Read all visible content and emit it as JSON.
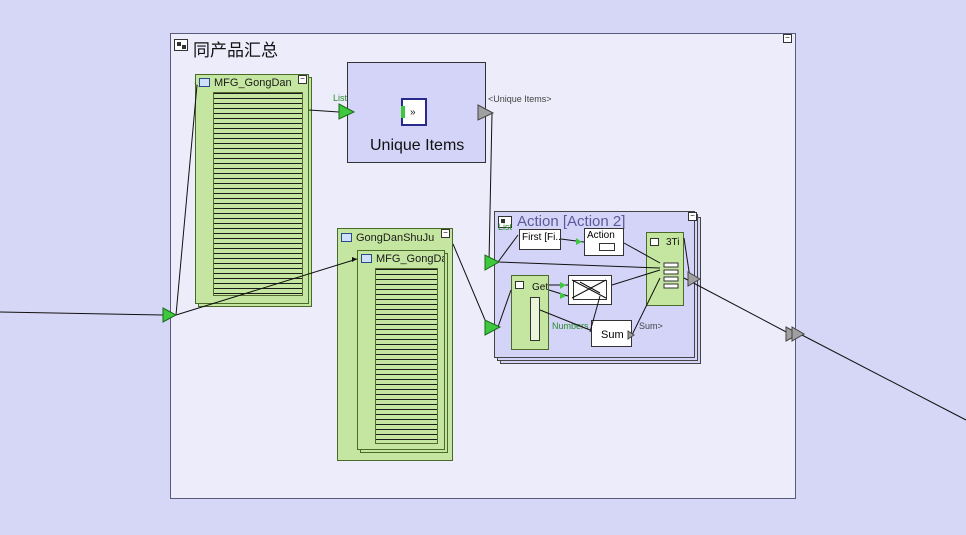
{
  "canvas": {
    "group_title": "同产品汇总",
    "min_symbol": "−"
  },
  "nodes": {
    "mfg_list": {
      "title": "MFG_GongDan"
    },
    "gongdan_list": {
      "title": "GongDanShuJu",
      "inner_title": "MFG_GongDa"
    },
    "unique": {
      "title": "Unique Items",
      "in_label": "List",
      "out_label": "<Unique Items>"
    },
    "action": {
      "title": "Action [Action 2]",
      "first_label": "First [Fi...",
      "action_label": "Action",
      "get_label": "Get",
      "numbers_label": "Numbers",
      "sum_label": "Sum",
      "sum_out_label": "Sum>",
      "list3_label": "3Ti",
      "in_label": "List"
    }
  },
  "colors": {
    "background": "#d6d6f6",
    "group_frame": "#ececfb",
    "list_green": "#c5e6a0",
    "port_green": "#3ec83e",
    "port_gray": "#a0a0a0",
    "action_purple": "#d4d4f8"
  }
}
